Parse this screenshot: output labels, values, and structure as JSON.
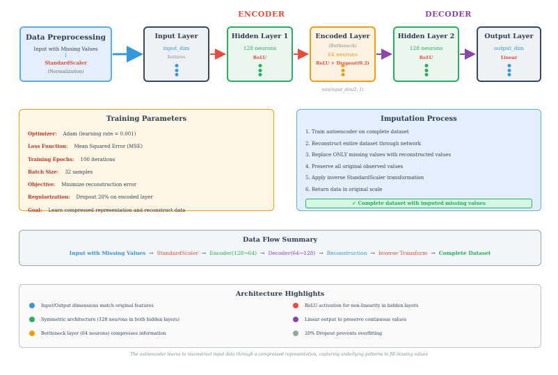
{
  "sections": {
    "encoder": "ENCODER",
    "decoder": "DECODER"
  },
  "preprocessing": {
    "title": "Data Preprocessing",
    "subtitle": "Input with Missing Values",
    "arrow": "↓",
    "scaler": "StandardScaler",
    "note": "(Normalization)"
  },
  "layers": [
    {
      "title": "Input Layer",
      "line2": "input_dim",
      "line3": "features",
      "dot_color": "#3498db"
    },
    {
      "title": "Hidden Layer 1",
      "line2": "128 neurons",
      "line3": "ReLU",
      "dot_color": "#27ae60"
    },
    {
      "title": "Encoded Layer",
      "line2": "(Bottleneck)",
      "line2b": "64 neurons",
      "line3": "ReLU + Dropout(0.2)",
      "dot_color": "#f39c12"
    },
    {
      "title": "Hidden Layer 2",
      "line2": "128 neurons",
      "line3": "ReLU",
      "dot_color": "#27ae60"
    },
    {
      "title": "Output Layer",
      "line2": "output_dim",
      "line3": "Linear",
      "dot_color": "#3498db"
    }
  ],
  "encoded_note": "min(input_dim/2, 1)",
  "training": {
    "title": "Training Parameters",
    "params": [
      {
        "key": "Optimizer:",
        "value": "Adam (learning rate = 0.001)"
      },
      {
        "key": "Loss Function:",
        "value": "Mean Squared Error (MSE)"
      },
      {
        "key": "Training Epochs:",
        "value": "100 iterations"
      },
      {
        "key": "Batch Size:",
        "value": "32 samples"
      },
      {
        "key": "Objective:",
        "value": "Minimize reconstruction error"
      },
      {
        "key": "Regularization:",
        "value": "Dropout 20% on encoded layer"
      },
      {
        "key": "Goal:",
        "value": "Learn compressed representation and reconstruct data"
      }
    ]
  },
  "imputation": {
    "title": "Imputation Process",
    "steps": [
      "1. Train autoencoder on complete dataset",
      "2. Reconstruct entire dataset through network",
      "3. Replace ONLY missing values with reconstructed values",
      "4. Preserve all original observed values",
      "5. Apply inverse StandardScaler transformation",
      "6. Return data in original scale"
    ],
    "badge": "✓ Complete dataset with imputed missing values"
  },
  "flow": {
    "title": "Data Flow Summary",
    "arrow": "→",
    "items": [
      {
        "text": "Input with Missing Values",
        "color": "#3498db",
        "bold": true
      },
      {
        "text": "StandardScaler",
        "color": "#e74c3c",
        "bold": false
      },
      {
        "text": "Encoder(128→64)",
        "color": "#27ae60",
        "bold": false
      },
      {
        "text": "Decoder(64→128)",
        "color": "#8e44ad",
        "bold": false
      },
      {
        "text": "Reconstruction",
        "color": "#3498db",
        "bold": false
      },
      {
        "text": "Inverse Transform",
        "color": "#e74c3c",
        "bold": false
      },
      {
        "text": "Complete Dataset",
        "color": "#27ae60",
        "bold": true
      }
    ]
  },
  "highlights": {
    "title": "Architecture Highlights",
    "left": [
      {
        "text": "Input/Output dimensions match original features",
        "color": "#3498db"
      },
      {
        "text": "Symmetric architecture (128 neurons in both hidden layers)",
        "color": "#27ae60"
      },
      {
        "text": "Bottleneck layer (64 neurons) compresses information",
        "color": "#f39c12"
      }
    ],
    "right": [
      {
        "text": "ReLU activation for non-linearity in hidden layers",
        "color": "#e74c3c"
      },
      {
        "text": "Linear output to preserve continuous values",
        "color": "#8e44ad"
      },
      {
        "text": "20% Dropout prevents overfitting",
        "color": "#95a5a6"
      }
    ]
  },
  "caption": "The autoencoder learns to reconstruct input data through a compressed representation, capturing underlying patterns to fill missing values"
}
